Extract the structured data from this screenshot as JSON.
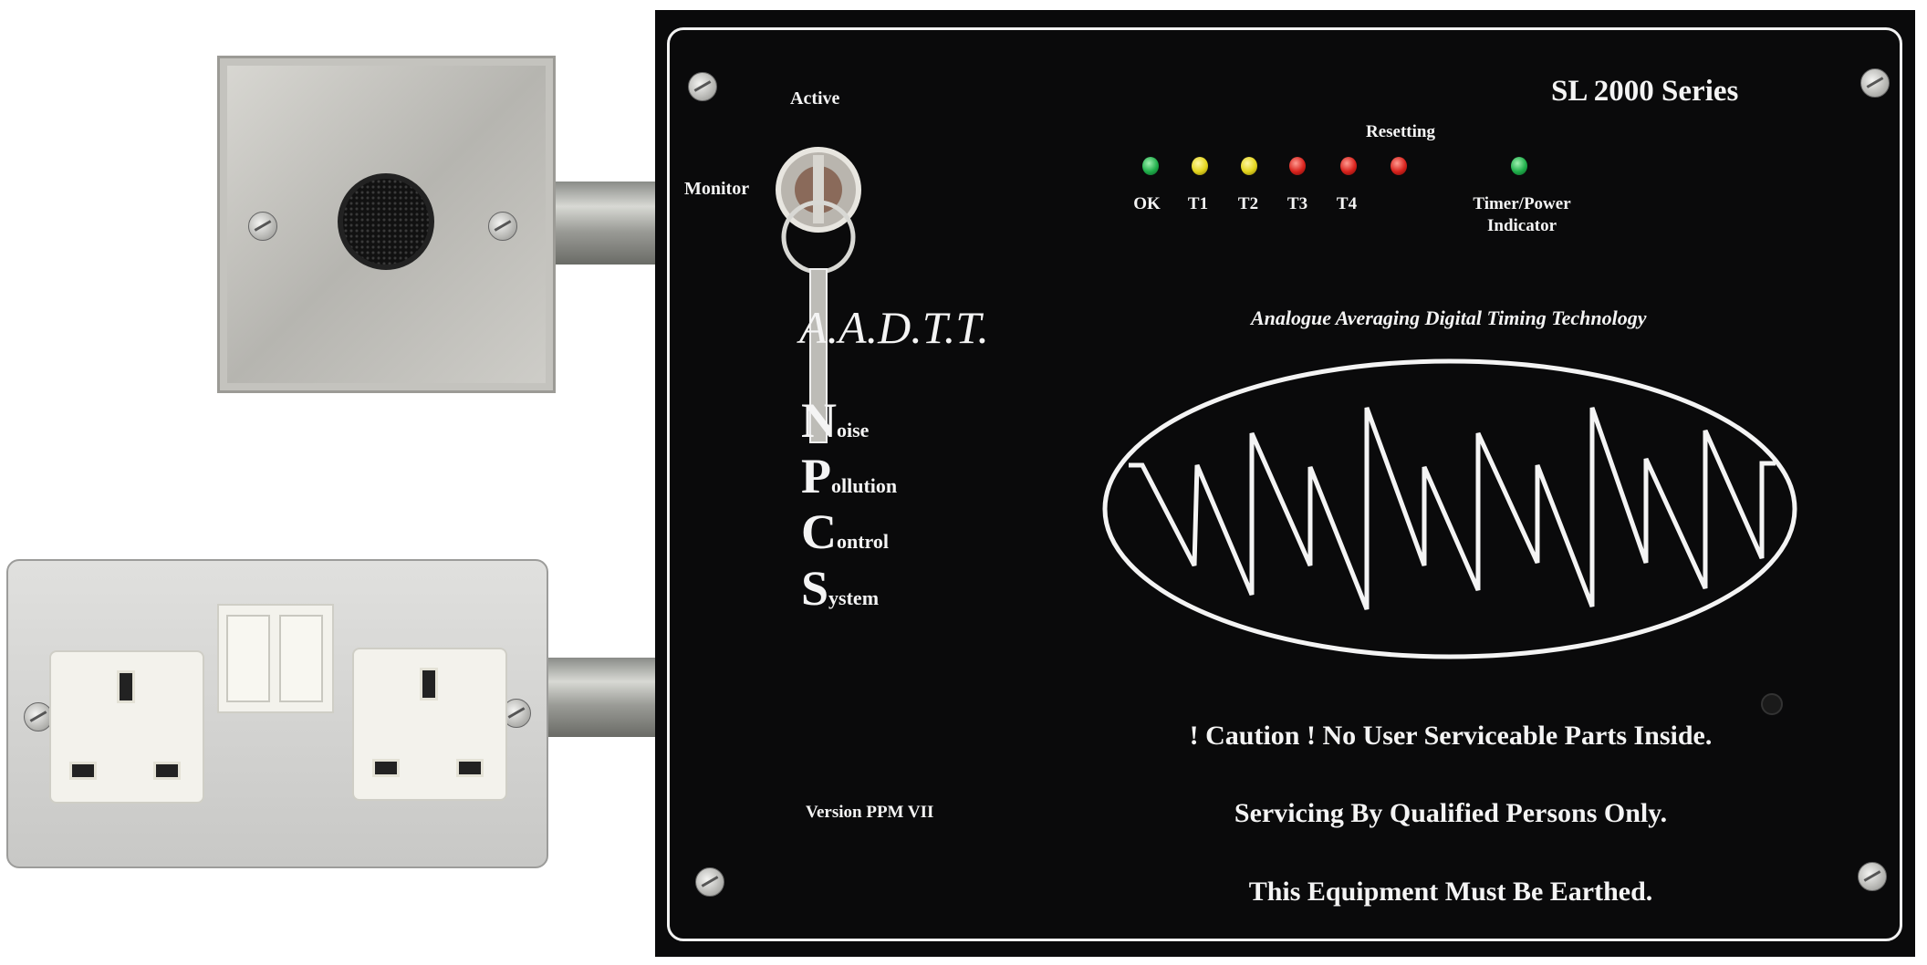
{
  "panel": {
    "series": "SL 2000 Series",
    "key_switch": {
      "active_label": "Active",
      "monitor_label": "Monitor"
    },
    "resetting_label": "Resetting",
    "leds": [
      {
        "label": "OK",
        "color": "#1fae4a"
      },
      {
        "label": "T1",
        "color": "#e3d41c"
      },
      {
        "label": "T2",
        "color": "#e3d41c"
      },
      {
        "label": "T3",
        "color": "#d8221c"
      },
      {
        "label": "T4",
        "color": "#d8221c"
      },
      {
        "label": "",
        "color": "#d8221c"
      },
      {
        "label": "Timer/Power",
        "label2": "Indicator",
        "color": "#1fae4a"
      }
    ],
    "tagline": "Analogue Averaging Digital Timing Technology",
    "acronym": "A.A.D.T.T.",
    "npcs": [
      {
        "initial": "N",
        "rest": "oise"
      },
      {
        "initial": "P",
        "rest": "ollution"
      },
      {
        "initial": "C",
        "rest": "ontrol"
      },
      {
        "initial": "S",
        "rest": "ystem"
      }
    ],
    "version": "Version PPM VII",
    "warnings": [
      "! Caution ! No User Serviceable Parts Inside.",
      "Servicing By Qualified Persons Only.",
      "This Equipment Must Be Earthed."
    ]
  }
}
